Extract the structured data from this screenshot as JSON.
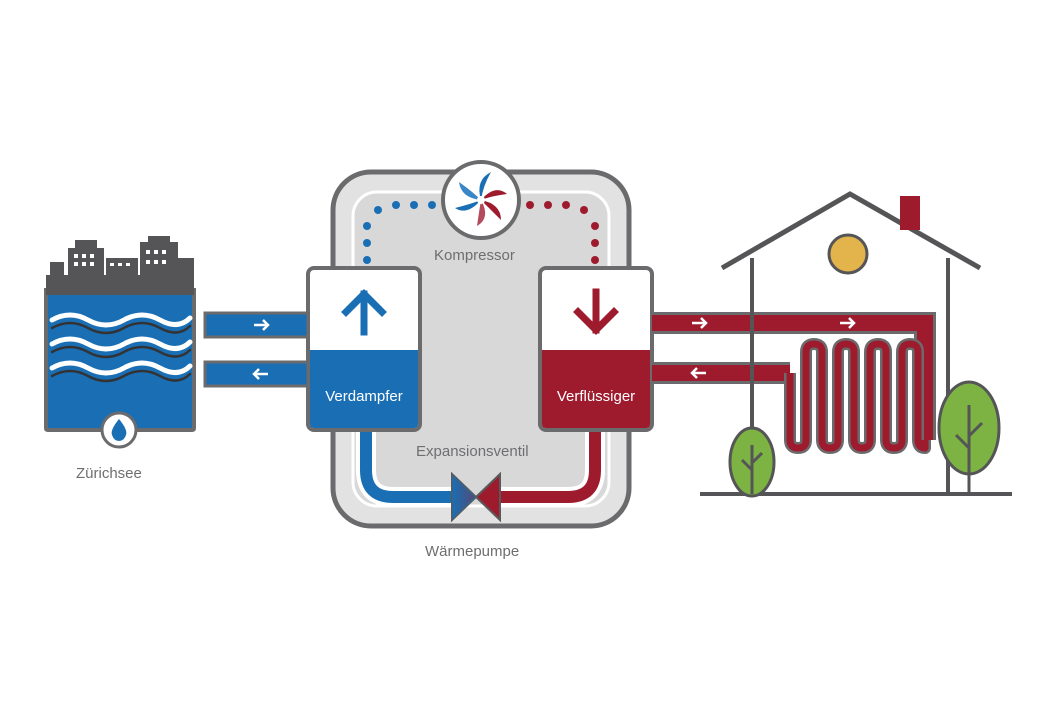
{
  "labels": {
    "lake": "Zürichsee",
    "compressor": "Kompressor",
    "evaporator": "Verdampfer",
    "condenser": "Verflüssiger",
    "expansion_valve": "Expansionsventil",
    "heat_pump": "Wärmepumpe"
  },
  "colors": {
    "cold": "#1a6fb4",
    "hot": "#9e1b2e",
    "frame": "#6b6b6d",
    "frame_fill": "#dadadb",
    "tree": "#7cb342",
    "sun": "#e3b34c",
    "city": "#555557"
  },
  "icons": {
    "evaporator_arrow": "arrow-up-icon",
    "condenser_arrow": "arrow-down-icon",
    "compressor": "compressor-fan-icon",
    "valve": "expansion-valve-icon",
    "lake_drop": "water-drop-icon"
  }
}
